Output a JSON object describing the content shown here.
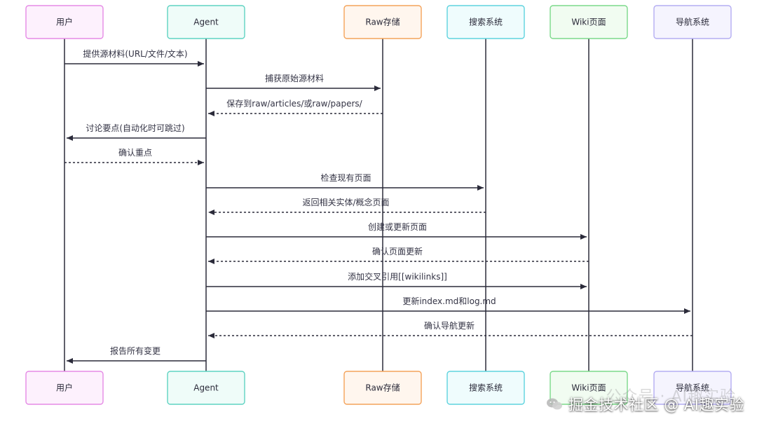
{
  "actors": [
    {
      "id": "user",
      "label": "用户",
      "fill": "#fdf1fd",
      "stroke": "#e58ae5"
    },
    {
      "id": "agent",
      "label": "Agent",
      "fill": "#effcf9",
      "stroke": "#5fd3c2"
    },
    {
      "id": "raw",
      "label": "Raw存储",
      "fill": "#fff6ee",
      "stroke": "#f4a35a"
    },
    {
      "id": "search",
      "label": "搜索系统",
      "fill": "#effcfd",
      "stroke": "#5ed3de"
    },
    {
      "id": "wiki",
      "label": "Wiki页面",
      "fill": "#f1fcf1",
      "stroke": "#7bd98a"
    },
    {
      "id": "nav",
      "label": "导航系统",
      "fill": "#f5f4fe",
      "stroke": "#b4adf2"
    }
  ],
  "messages": [
    {
      "from": "user",
      "to": "agent",
      "label": "提供源材料(URL/文件/文本)",
      "dashed": false
    },
    {
      "from": "agent",
      "to": "raw",
      "label": "捕获原始源材料",
      "dashed": false
    },
    {
      "from": "raw",
      "to": "agent",
      "label": "保存到raw/articles/或raw/papers/",
      "dashed": true
    },
    {
      "from": "agent",
      "to": "user",
      "label": "讨论要点(自动化时可跳过)",
      "dashed": false
    },
    {
      "from": "user",
      "to": "agent",
      "label": "确认重点",
      "dashed": true
    },
    {
      "from": "agent",
      "to": "search",
      "label": "检查现有页面",
      "dashed": false
    },
    {
      "from": "search",
      "to": "agent",
      "label": "返回相关实体/概念页面",
      "dashed": true
    },
    {
      "from": "agent",
      "to": "wiki",
      "label": "创建或更新页面",
      "dashed": false
    },
    {
      "from": "wiki",
      "to": "agent",
      "label": "确认页面更新",
      "dashed": true
    },
    {
      "from": "agent",
      "to": "wiki",
      "label": "添加交叉引用[[wikilinks]]",
      "dashed": false
    },
    {
      "from": "agent",
      "to": "nav",
      "label": "更新index.md和log.md",
      "dashed": false
    },
    {
      "from": "nav",
      "to": "agent",
      "label": "确认导航更新",
      "dashed": true
    },
    {
      "from": "agent",
      "to": "user",
      "label": "报告所有变更",
      "dashed": false
    }
  ],
  "watermark": {
    "main": "掘金技术社区 @ AI趣实验",
    "faint": "公众号 · AI趣实验"
  }
}
